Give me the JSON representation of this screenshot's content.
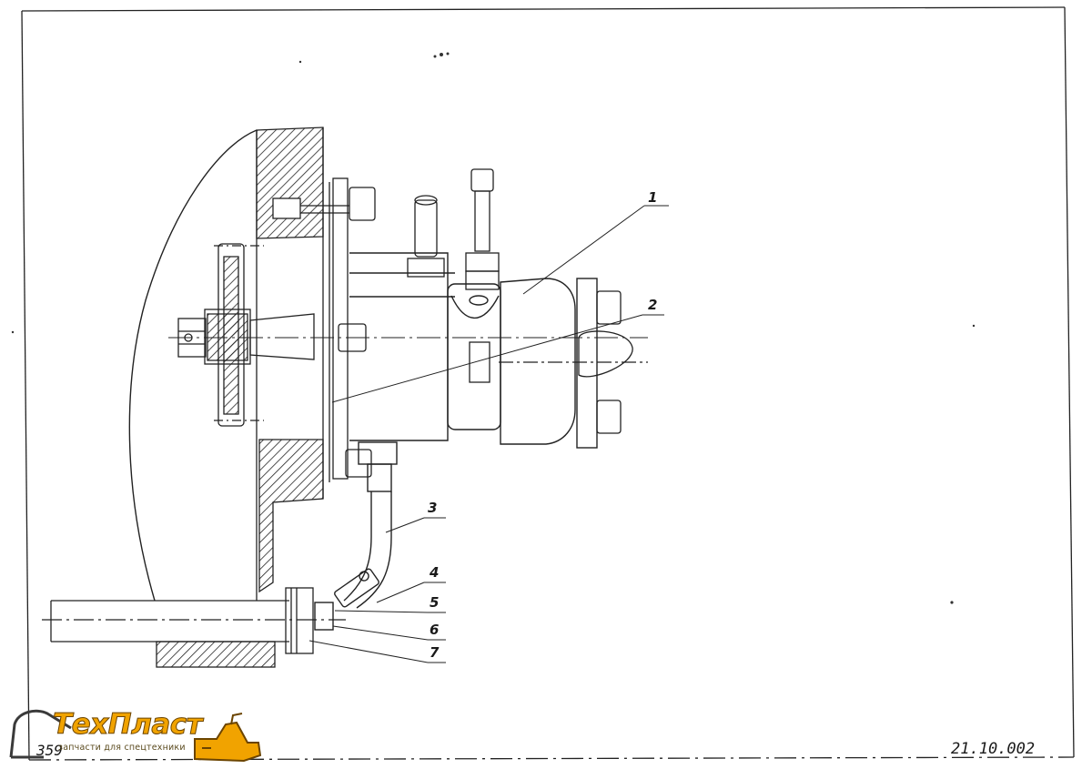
{
  "drawing": {
    "document_number": "21.10.002",
    "page_number": "359",
    "callouts": [
      "1",
      "2",
      "3",
      "4",
      "5",
      "6",
      "7"
    ]
  },
  "watermark": {
    "brand": "ТехПласт",
    "tagline": "запчасти для спецтехники",
    "color_primary": "#f1a300",
    "color_outline": "#6b4400",
    "icon": "excavator-icon"
  },
  "colors": {
    "ink": "#1a1a1a",
    "paper": "#ffffff"
  }
}
